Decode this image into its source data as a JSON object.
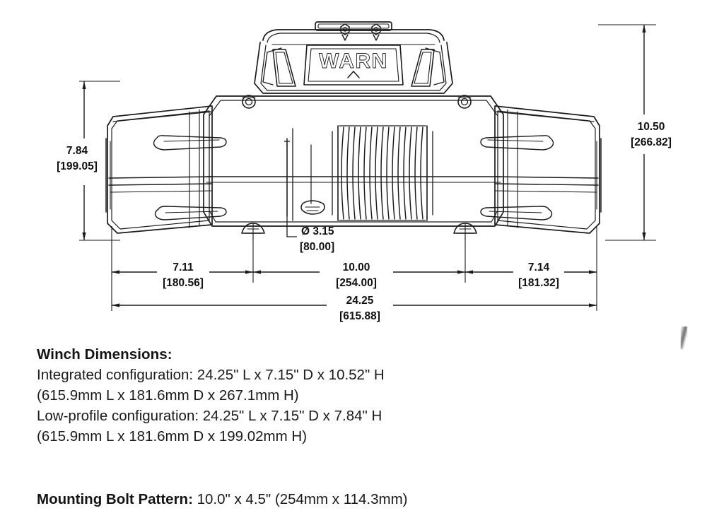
{
  "drawing": {
    "title": "WARN winch front elevation technical drawing",
    "brand_logo": "WARN",
    "dimensions": {
      "height_low_profile": {
        "name": "height-low-profile",
        "inches": "7.84",
        "mm": "[199.05]"
      },
      "height_integrated": {
        "name": "height-integrated",
        "inches": "10.50",
        "mm": "[266.82]"
      },
      "left_foot_span": {
        "name": "left-foot-span",
        "inches": "7.11",
        "mm": "[180.56]"
      },
      "bolt_pattern_span": {
        "name": "bolt-pattern-span",
        "inches": "10.00",
        "mm": "[254.00]"
      },
      "right_foot_span": {
        "name": "right-foot-span",
        "inches": "7.14",
        "mm": "[181.32]"
      },
      "overall_length": {
        "name": "overall-length",
        "inches": "24.25",
        "mm": "[615.88]"
      },
      "drum_diameter": {
        "name": "drum-diameter",
        "symbol": "Ø",
        "inches": "Ø 3.15",
        "mm": "[80.00]"
      }
    }
  },
  "specs": {
    "heading": "Winch Dimensions:",
    "lines": [
      "Integrated configuration: 24.25\" L x 7.15\" D x 10.52\" H",
      "(615.9mm L x 181.6mm D x 267.1mm H)",
      "Low-profile configuration: 24.25\" L x 7.15\" D x 7.84\" H",
      "(615.9mm L x 181.6mm D x 199.02mm H)"
    ]
  },
  "bolt_pattern": {
    "label": "Mounting Bolt Pattern:",
    "value": " 10.0\" x 4.5\" (254mm x 114.3mm)"
  },
  "colors": {
    "ink": "#141414",
    "line": "#1a1a1a",
    "background": "#ffffff"
  }
}
